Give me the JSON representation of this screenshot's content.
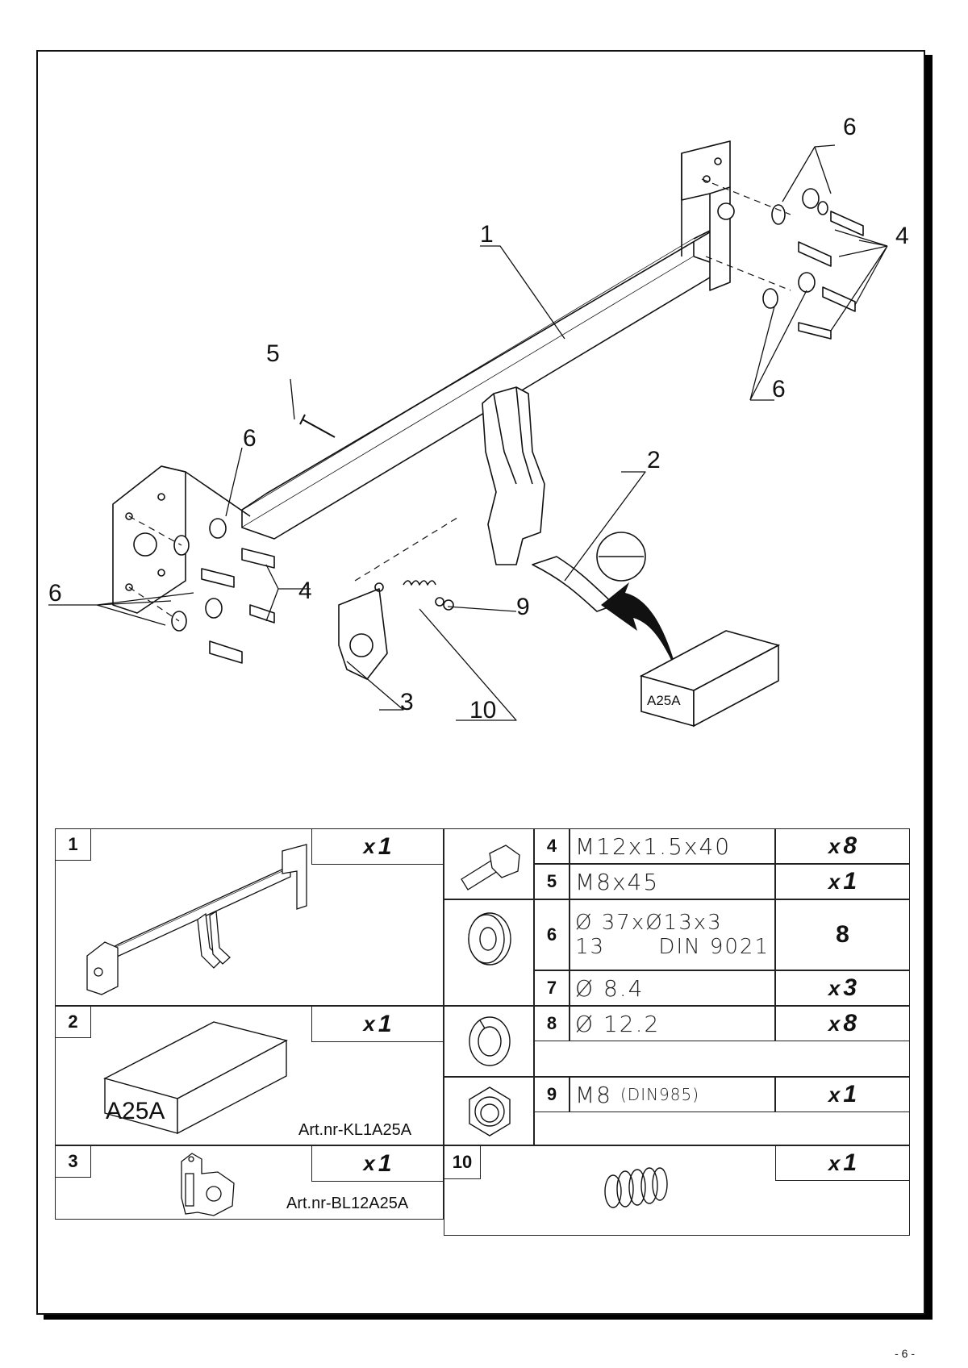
{
  "callouts": {
    "c1": "1",
    "c2": "2",
    "c3": "3",
    "c4a": "4",
    "c4b": "4",
    "c5": "5",
    "c6a": "6",
    "c6b": "6",
    "c6c": "6",
    "c6d": "6",
    "c9": "9",
    "c10": "10"
  },
  "kit_box_label": "A25A",
  "parts_left": [
    {
      "num": "1",
      "qty_prefix": "x",
      "qty": "1",
      "art": ""
    },
    {
      "num": "2",
      "qty_prefix": "x",
      "qty": "1",
      "box_label": "A25A",
      "art": "Art.nr-KL1A25A"
    },
    {
      "num": "3",
      "qty_prefix": "x",
      "qty": "1",
      "art": "Art.nr-BL12A25A"
    }
  ],
  "parts_right": {
    "r4": {
      "num": "4",
      "spec": "M12x1.5x40",
      "qty_prefix": "x",
      "qty": "8"
    },
    "r5": {
      "num": "5",
      "spec": "M8x45",
      "qty_prefix": "x",
      "qty": "1"
    },
    "r6": {
      "num": "6",
      "spec_line1": "Ø 37xØ13x3",
      "spec_line2a": "13",
      "spec_line2b": "DIN 9021",
      "qty": "8"
    },
    "r7": {
      "num": "7",
      "spec": "Ø 8.4",
      "qty_prefix": "x",
      "qty": "3"
    },
    "r8": {
      "num": "8",
      "spec": "Ø 12.2",
      "qty_prefix": "x",
      "qty": "8"
    },
    "r9": {
      "num": "9",
      "spec": "M8",
      "spec_small": "(DIN985)",
      "qty_prefix": "x",
      "qty": "1"
    },
    "r10": {
      "num": "10",
      "qty_prefix": "x",
      "qty": "1"
    }
  },
  "page_number": "- 6 -"
}
